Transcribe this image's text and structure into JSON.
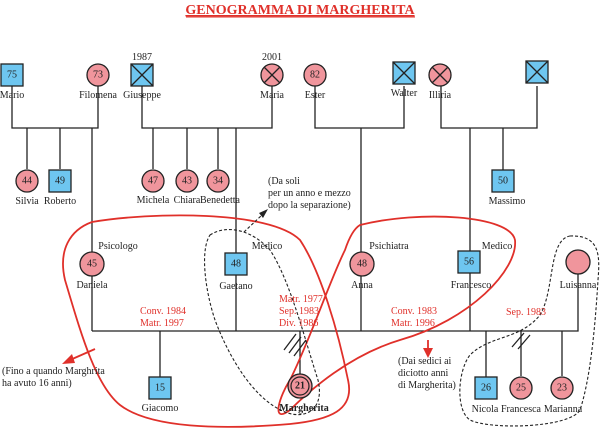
{
  "title": "GENOGRAMMA DI MARGHERITA",
  "colors": {
    "male": "#6ec6f0",
    "female": "#f0959c",
    "annotation": "#e0302a"
  },
  "people": {
    "mario": {
      "name": "Mario",
      "age": "75"
    },
    "filomena": {
      "name": "Filomena",
      "age": "73"
    },
    "giuseppe": {
      "name": "Giuseppe",
      "year": "1987"
    },
    "maria": {
      "name": "Maria",
      "year": "2001"
    },
    "ester": {
      "name": "Ester",
      "age": "82"
    },
    "walter": {
      "name": "Walter"
    },
    "illiria": {
      "name": "Illiria"
    },
    "silvia": {
      "name": "Silvia",
      "age": "44"
    },
    "roberto": {
      "name": "Roberto",
      "age": "49"
    },
    "michela": {
      "name": "Michela",
      "age": "47"
    },
    "chiara": {
      "name": "Chiara",
      "age": "43"
    },
    "benedetta": {
      "name": "Benedetta",
      "age": "34"
    },
    "massimo": {
      "name": "Massimo",
      "age": "50"
    },
    "daniela": {
      "name": "Daniela",
      "age": "45",
      "job": "Psicologo"
    },
    "gaetano": {
      "name": "Gaetano",
      "age": "48",
      "job": "Medico"
    },
    "anna": {
      "name": "Anna",
      "age": "48",
      "job": "Psichiatra"
    },
    "francesco": {
      "name": "Francesco",
      "age": "56",
      "job": "Medico"
    },
    "luisanna": {
      "name": "Luisanna"
    },
    "giacomo": {
      "name": "Giacomo",
      "age": "15"
    },
    "margherita": {
      "name": "Margherita",
      "age": "21"
    },
    "nicola": {
      "name": "Nicola",
      "age": "26"
    },
    "francesca": {
      "name": "Francesca",
      "age": "25"
    },
    "marianna": {
      "name": "Marianna",
      "age": "23"
    }
  },
  "relations": {
    "daniela_gaetano": [
      "Conv. 1984",
      "Matr. 1997"
    ],
    "gaetano_anna": [
      "Matr. 1977",
      "Sep. 1983",
      "Div. 1986"
    ],
    "anna_francesco": [
      "Conv. 1983",
      "Matr. 1996"
    ],
    "francesco_luisanna": [
      "Sep. 1983"
    ]
  },
  "notes": {
    "da_soli": [
      "(Da soli",
      "per un anno e mezzo",
      "dopo la separazione)"
    ],
    "fino_a": [
      "(Fino a quando Marghrita",
      "ha avuto 16 anni)"
    ],
    "dai_sedici": [
      "(Dai sedici ai",
      "diciotto anni",
      "di Margherita)"
    ]
  }
}
